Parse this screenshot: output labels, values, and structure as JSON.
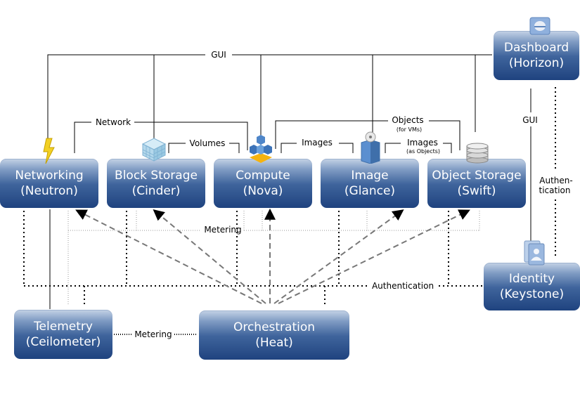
{
  "nodes": {
    "dashboard": {
      "name": "Dashboard",
      "sub": "(Horizon)"
    },
    "networking": {
      "name": "Networking",
      "sub": "(Neutron)"
    },
    "block_storage": {
      "name": "Block Storage",
      "sub": "(Cinder)"
    },
    "compute": {
      "name": "Compute",
      "sub": "(Nova)"
    },
    "image": {
      "name": "Image",
      "sub": "(Glance)"
    },
    "object_storage": {
      "name": "Object Storage",
      "sub": "(Swift)"
    },
    "identity": {
      "name": "Identity",
      "sub": "(Keystone)"
    },
    "telemetry": {
      "name": "Telemetry",
      "sub": "(Ceilometer)"
    },
    "orchestration": {
      "name": "Orchestration",
      "sub": "(Heat)"
    }
  },
  "labels": {
    "gui_top": "GUI",
    "gui_side": "GUI",
    "network": "Network",
    "volumes": "Volumes",
    "images": "Images",
    "objects": "Objects",
    "objects_sub": "(for VMs)",
    "images_objects": "Images",
    "images_objects_sub": "(as Objects)",
    "authentication_side_1": "Authen-",
    "authentication_side_2": "tication",
    "metering_top": "Metering",
    "authentication_bottom": "Authentication",
    "metering_bottom": "Metering"
  },
  "icons": {
    "dashboard": "dashboard-icon",
    "networking": "lightning-icon",
    "block_storage": "block-cube-icon",
    "compute": "compute-cubes-icon",
    "image": "disk-image-icon",
    "object_storage": "database-cylinder-icon",
    "identity": "id-card-icon"
  },
  "colors": {
    "node_top": "#c5d3e6",
    "node_bottom": "#1f437f",
    "line": "#000000",
    "arrow": "#777777"
  }
}
